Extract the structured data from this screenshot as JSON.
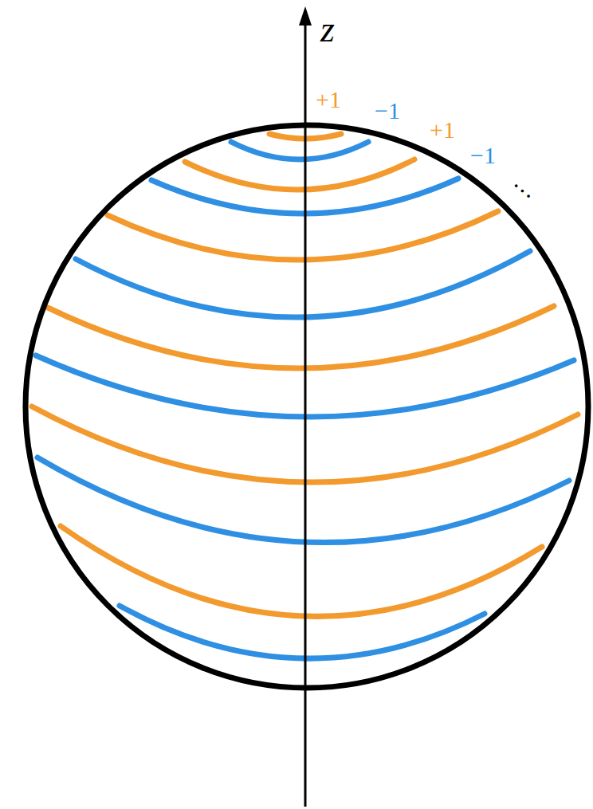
{
  "diagram": {
    "labels": [
      "z",
      "+1",
      "−1",
      "+1",
      "−1",
      "…"
    ]
  }
}
